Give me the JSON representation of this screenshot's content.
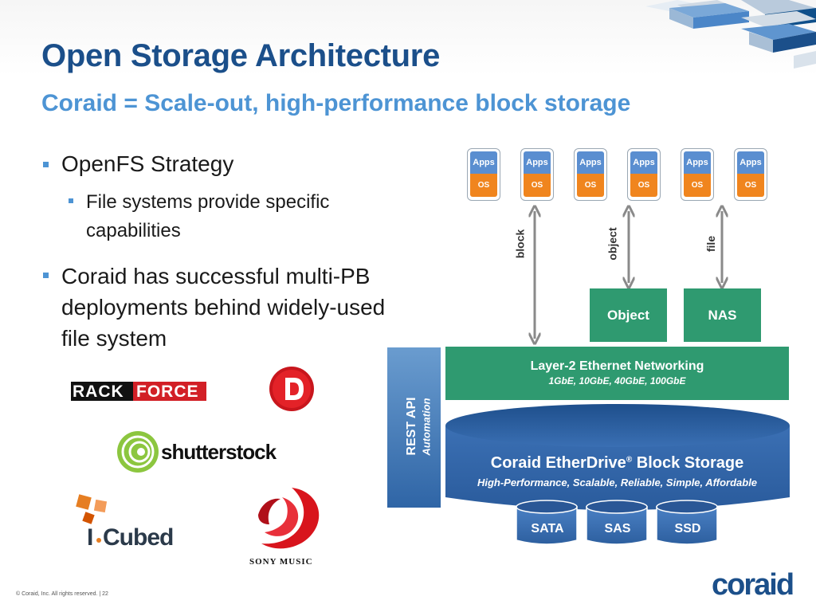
{
  "slide": {
    "title": "Open Storage Architecture",
    "subtitle": "Coraid = Scale-out, high-performance block storage",
    "bullets": [
      {
        "text": "OpenFS Strategy",
        "sub": "File systems provide specific capabilities"
      },
      {
        "text": "Coraid has successful multi-PB deployments behind widely-used file system"
      }
    ],
    "footer": "© Coraid, Inc. All rights reserved.  |   22",
    "logo": "coraid"
  },
  "customers": {
    "rackforce_a": "RACK",
    "rackforce_b": "FORCE",
    "shutterstock": "shutterstock",
    "icubed_a": "I",
    "icubed_b": "Cubed",
    "sony": "SONY MUSIC"
  },
  "diagram": {
    "app_label": "Apps",
    "os_label": "OS",
    "protocols": [
      "block",
      "object",
      "file"
    ],
    "object_box": "Object",
    "nas_box": "NAS",
    "rest_api": "REST API",
    "automation": "Automation",
    "network_title": "Layer-2 Ethernet Networking",
    "network_speeds": "1GbE, 10GbE, 40GbE, 100GbE",
    "storage_title": "Coraid EtherDrive",
    "storage_reg": "®",
    "storage_title_end": " Block Storage",
    "storage_sub": "High-Performance, Scalable, Reliable, Simple, Affordable",
    "media": [
      "SATA",
      "SAS",
      "SSD"
    ]
  },
  "colors": {
    "title": "#1b4f8a",
    "subtitle": "#4d94d4",
    "green": "#2f9a70",
    "blue_dark": "#2f65a6",
    "orange": "#f0851e"
  }
}
